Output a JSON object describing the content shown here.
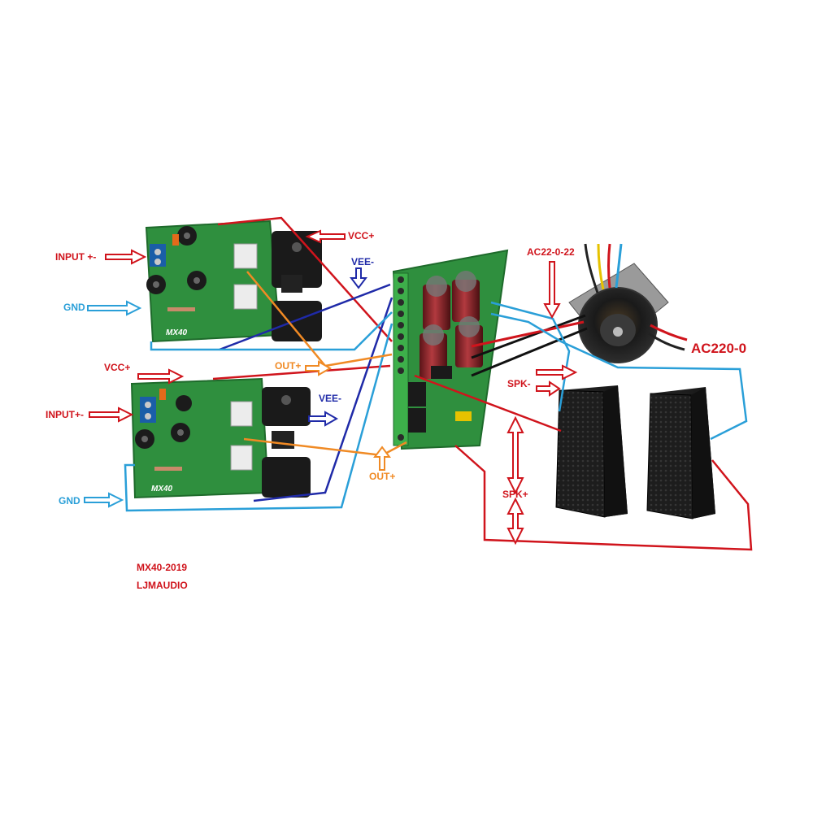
{
  "labels": {
    "vcc_top": "VCC+",
    "input_top": "INPUT +-",
    "gnd_top": "GND",
    "vee_top": "VEE-",
    "out_top": "OUT+",
    "vcc_bottom": "VCC+",
    "input_bottom": "INPUT+-",
    "vee_bottom": "VEE-",
    "gnd_bottom": "GND",
    "out_bottom": "OUT+",
    "transformer_secondary": "AC22-0-22",
    "mains": "AC220-0",
    "spk_neg": "SPK-",
    "spk_pos": "SPK+"
  },
  "board_marking": "MX40",
  "footer": {
    "model": "MX40-2019",
    "brand": "LJMAUDIO"
  },
  "colors": {
    "red": "#d0141c",
    "blue": "#2a9fd8",
    "navy": "#1f2aa8",
    "orange": "#f08a24",
    "black": "#111111",
    "pcb_green": "#2f8f3e"
  }
}
